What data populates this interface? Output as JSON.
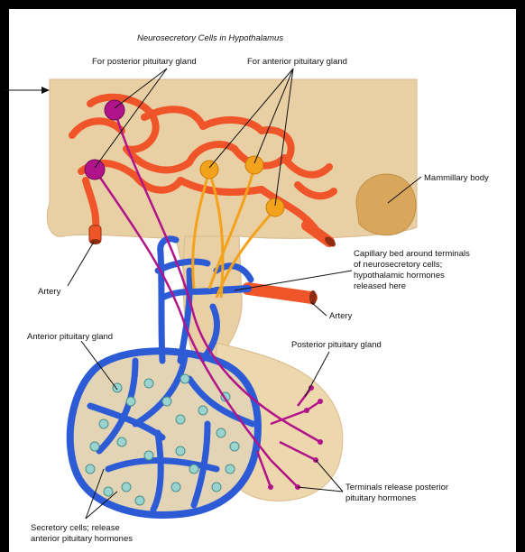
{
  "title": "Neurosecretory Cells in Hypothalamus",
  "labels": {
    "posterior_gland_cells": "For posterior pituitary gland",
    "anterior_gland_cells": "For anterior pituitary gland",
    "mammillary_body": "Mammillary body",
    "artery_left": "Artery",
    "capillary_bed_1": "Capillary bed around terminals",
    "capillary_bed_2": "of neurosecretory cells;",
    "capillary_bed_3": "hypothalamic hormones",
    "capillary_bed_4": "released here",
    "artery_right": "Artery",
    "anterior_pituitary": "Anterior pituitary gland",
    "posterior_pituitary": "Posterior pituitary gland",
    "terminals_1": "Terminals release posterior",
    "terminals_2": "pituitary hormones",
    "secretory_1": "Secretory cells; release",
    "secretory_2": "anterior pituitary hormones"
  },
  "colors": {
    "background": "#000000",
    "panel": "#ffffff",
    "hypothalamus": "#e9cfa4",
    "artery": "#f0552a",
    "vein": "#2d5bd6",
    "neurosecretory_anterior": "#f3a21c",
    "neurosecretory_posterior": "#b1148a",
    "secretory_cell": "#9bd3cf"
  }
}
